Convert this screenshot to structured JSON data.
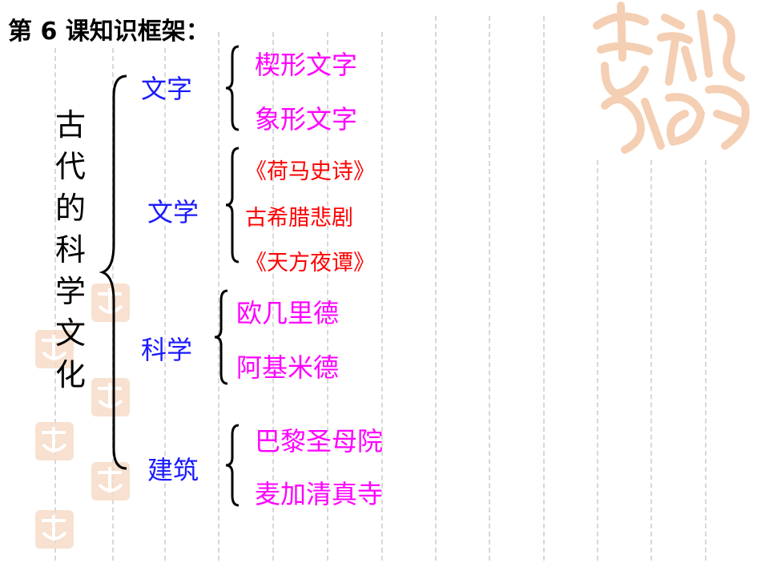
{
  "title": "第 6 课知识框架：",
  "root_label": [
    "古",
    "代",
    "的",
    "科",
    "学",
    "文",
    "化"
  ],
  "branches": [
    {
      "label": "文字",
      "items": [
        "楔形文字",
        "象形文字"
      ],
      "item_color": "#ff00ff"
    },
    {
      "label": "文学",
      "items": [
        "《荷马史诗》",
        "古希腊悲剧",
        "《天方夜谭》"
      ],
      "item_color": "#ff0000"
    },
    {
      "label": "科学",
      "items": [
        "欧几里德",
        "阿基米德"
      ],
      "item_color": "#ff00ff"
    },
    {
      "label": "建筑",
      "items": [
        "巴黎圣母院",
        "麦加清真寺"
      ],
      "item_color": "#ff00ff"
    }
  ],
  "colors": {
    "category": "#1a1aff",
    "magenta": "#ff00ff",
    "red": "#ff0000",
    "seal": "#f3c7a6"
  }
}
